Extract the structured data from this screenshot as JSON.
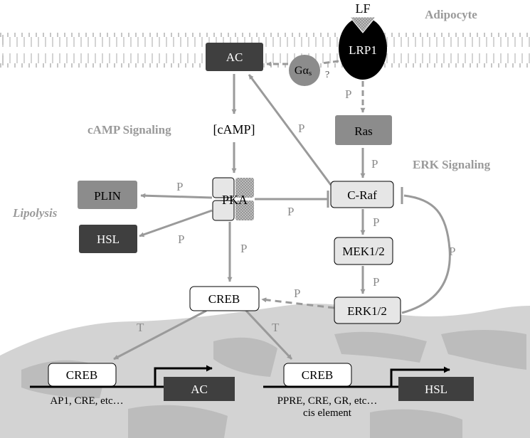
{
  "labels": {
    "lf": "LF",
    "adipocyte": "Adipocyte",
    "lrp1": "LRP1",
    "ac_top": "AC",
    "gas_main": "Gα",
    "gas_sub": "s",
    "question": "?",
    "camp_signaling": "cAMP Signaling",
    "camp": "[cAMP]",
    "ras": "Ras",
    "erk_signaling": "ERK Signaling",
    "craf": "C-Raf",
    "pka": "PKA",
    "plin": "PLIN",
    "hsl_top": "HSL",
    "lipolysis": "Lipolysis",
    "mek": "MEK1/2",
    "erk": "ERK1/2",
    "creb_mid": "CREB",
    "creb_left": "CREB",
    "creb_right": "CREB",
    "ac_gene": "AC",
    "hsl_gene": "HSL",
    "left_elements": "AP1, CRE, etc…",
    "right_elements": "PPRE, CRE, GR, etc…",
    "cis_element": "cis element",
    "P": "P",
    "T": "T"
  },
  "colors": {
    "arrow": "#9a9a9a",
    "dark_box": "#3f3f3f",
    "mid_box": "#8c8c8c",
    "light_box": "#e6e6e6",
    "lrp1": "#000000",
    "membrane": "#c6c6c6",
    "nucleus": "#d3d3d3"
  }
}
